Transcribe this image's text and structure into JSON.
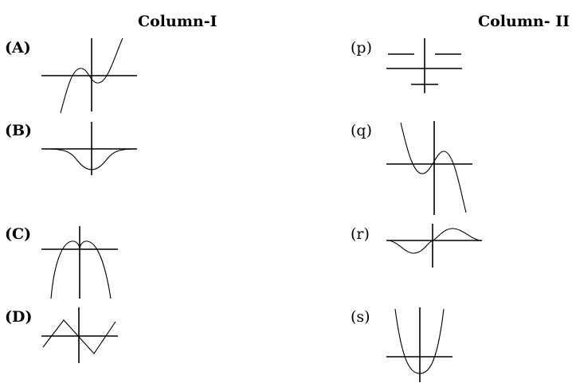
{
  "headers": {
    "column_1": "Column-I",
    "column_2": "Column- II"
  },
  "column_1_items": [
    {
      "label": "(A)"
    },
    {
      "label": "(B)"
    },
    {
      "label": "(C)"
    },
    {
      "label": "(D)"
    }
  ],
  "column_2_items": [
    {
      "label": "(p)"
    },
    {
      "label": "(q)"
    },
    {
      "label": "(r)"
    },
    {
      "label": "(s)"
    }
  ]
}
